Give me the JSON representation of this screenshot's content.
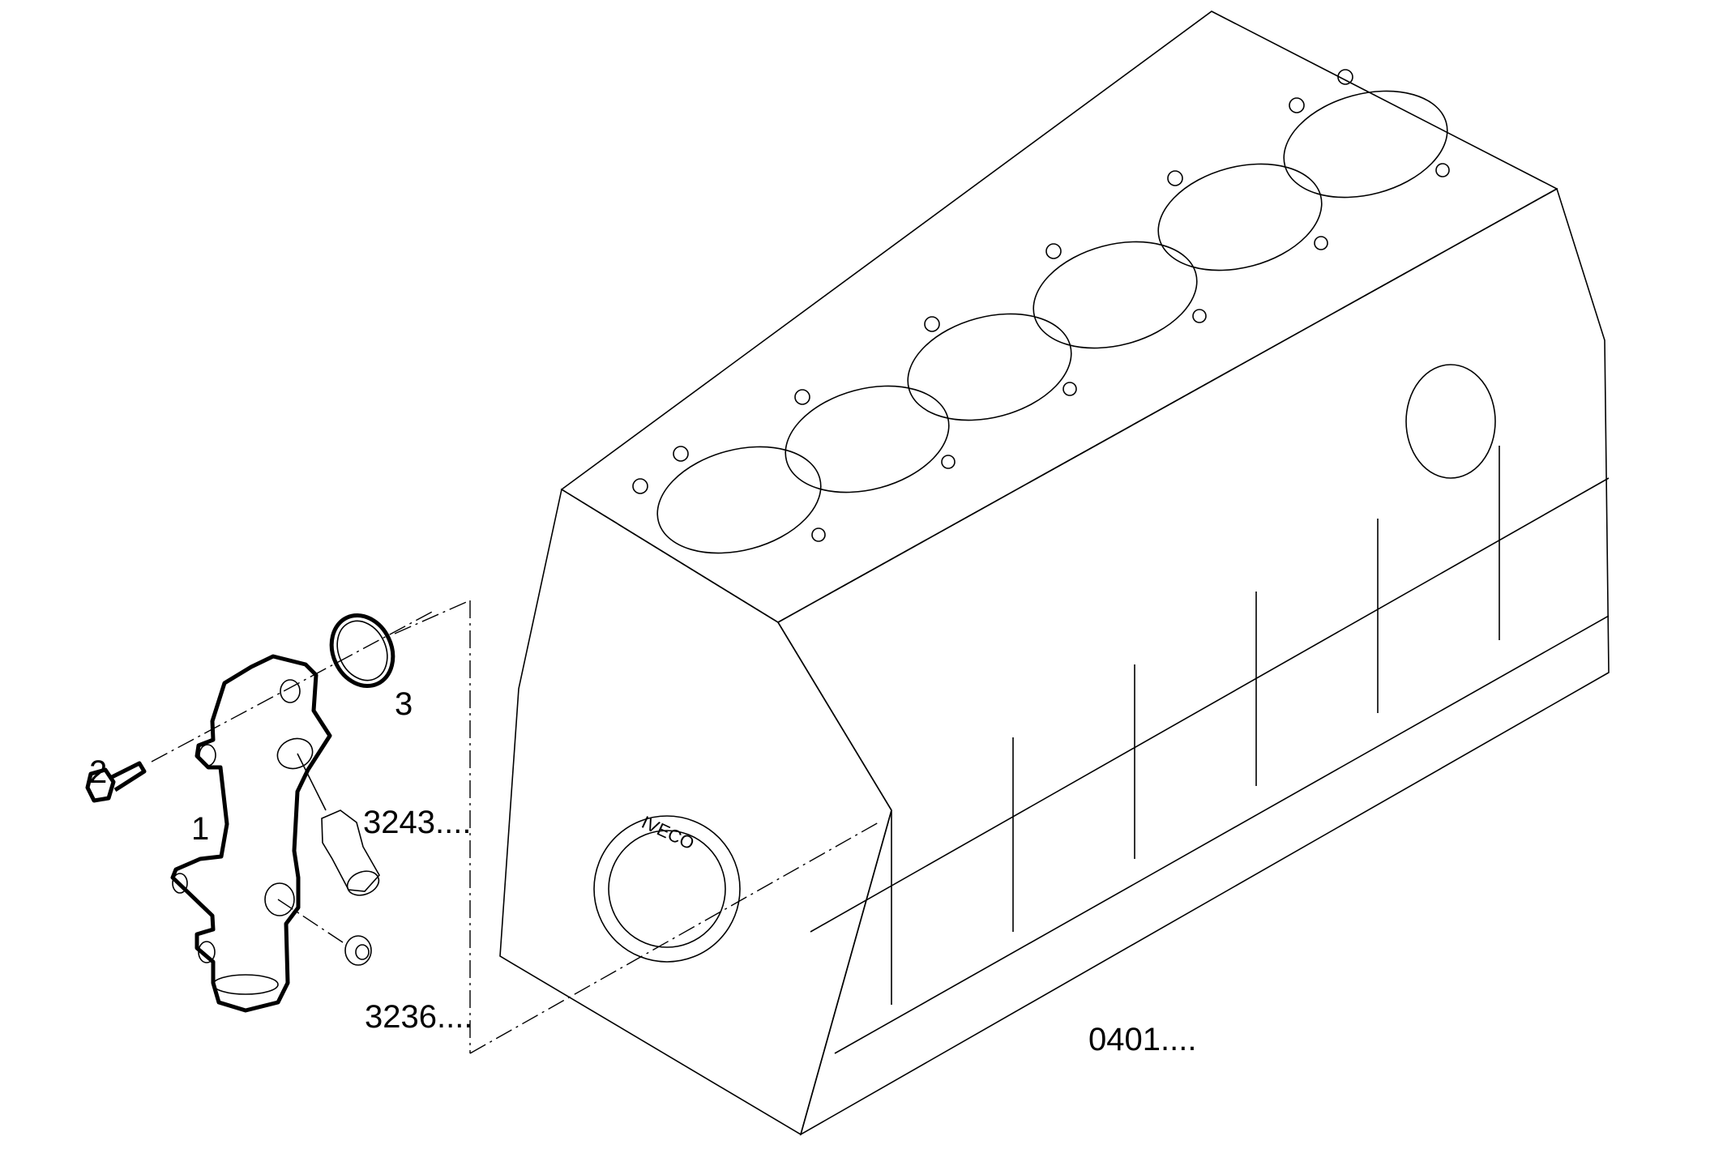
{
  "diagram": {
    "type": "exploded-parts-view",
    "callouts": {
      "part_1": "1",
      "part_2": "2",
      "part_3": "3",
      "ref_sensor": "3243....",
      "ref_plug": "3236....",
      "ref_block": "0401...."
    },
    "logo_text": "IVECO",
    "line_color": "#000000",
    "background": "#ffffff"
  }
}
